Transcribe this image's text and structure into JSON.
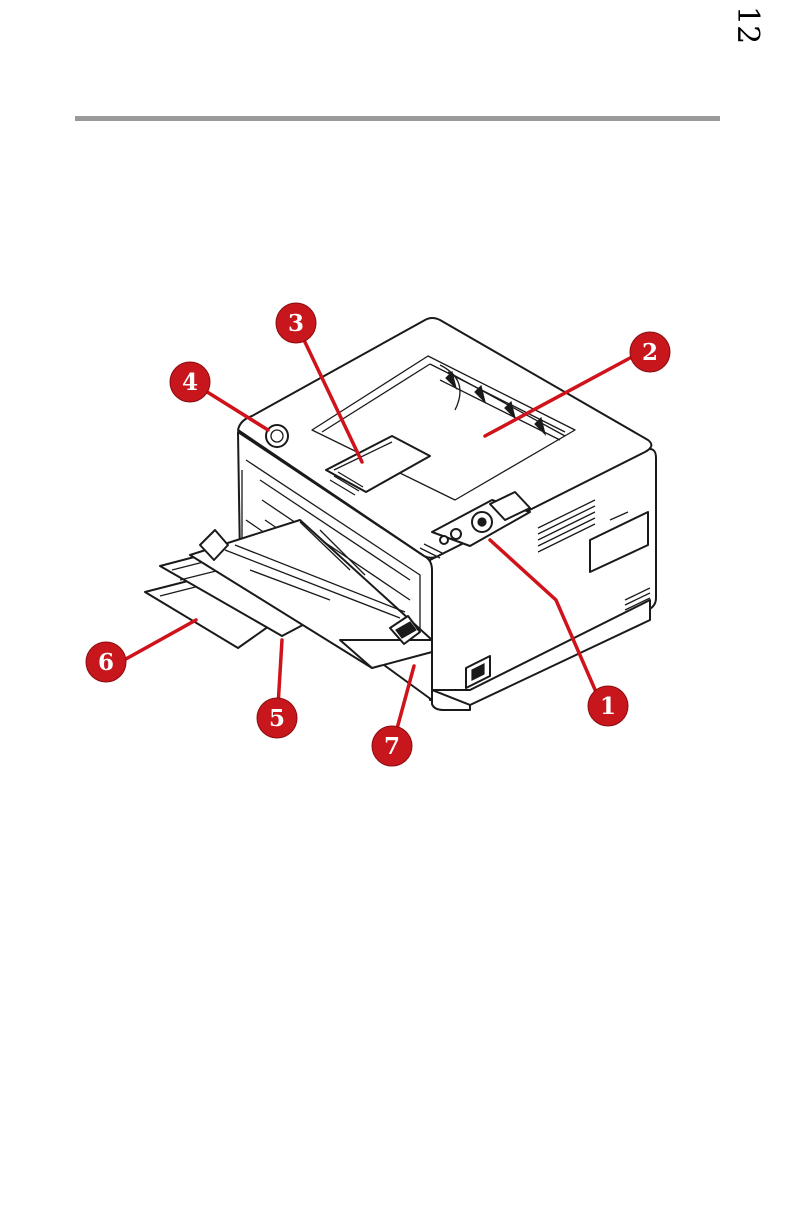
{
  "page": {
    "number": "12"
  },
  "figure": {
    "callouts": [
      {
        "id": "callout-1",
        "label": "1"
      },
      {
        "id": "callout-2",
        "label": "2"
      },
      {
        "id": "callout-3",
        "label": "3"
      },
      {
        "id": "callout-4",
        "label": "4"
      },
      {
        "id": "callout-5",
        "label": "5"
      },
      {
        "id": "callout-6",
        "label": "6"
      },
      {
        "id": "callout-7",
        "label": "7"
      }
    ],
    "colors": {
      "callout": "#c8161d",
      "leader": "#d0121b",
      "rule": "#9a9a9a"
    }
  }
}
